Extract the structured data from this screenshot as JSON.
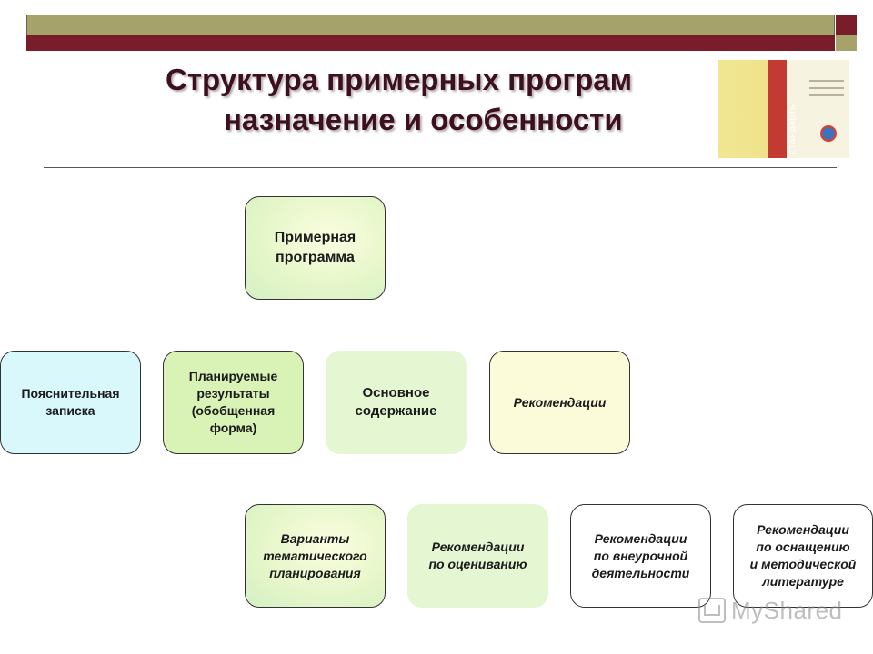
{
  "slide": {
    "title_line1": "Структура примерных програм",
    "title_line2": "назначение и особенности",
    "book_spine_text": "стандарты",
    "colors": {
      "olive": "#a5a26b",
      "maroon": "#7a1d2a",
      "title": "#3d1020"
    }
  },
  "diagram": {
    "root": "Примерная\nпрограмма",
    "nodes": [
      "Пояснительная\nзаписка",
      "Планируемые\nрезультаты\n(обобщенная\nформа)",
      "Основное\nсодержание",
      "Рекомендации",
      "Варианты\nтематического\nпланирования",
      "Рекомендации\nпо оцениванию",
      "Рекомендации\nпо внеурочной\nдеятельности",
      "Рекомендации\nпо оснащению\nи методической\nлитературе"
    ]
  },
  "watermark": {
    "text": "MyShared"
  }
}
